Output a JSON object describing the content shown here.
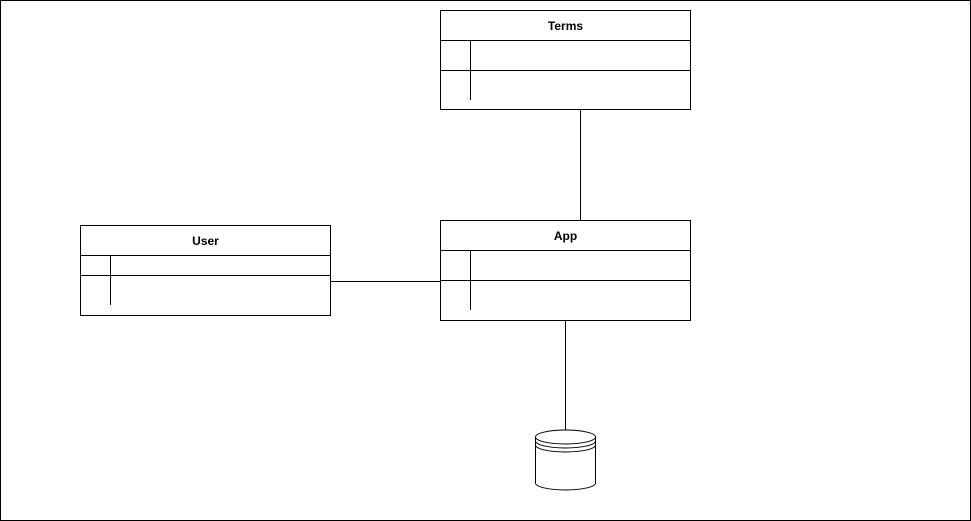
{
  "diagram": {
    "entities": [
      {
        "id": "terms",
        "title": "Terms"
      },
      {
        "id": "user",
        "title": "User"
      },
      {
        "id": "app",
        "title": "App"
      }
    ],
    "connections": [
      {
        "from": "terms",
        "to": "app"
      },
      {
        "from": "user",
        "to": "app"
      },
      {
        "from": "app",
        "to": "database"
      }
    ],
    "database": {
      "icon": "database-cylinder-icon"
    },
    "colors": {
      "stroke": "#000000",
      "background": "#ffffff"
    }
  }
}
